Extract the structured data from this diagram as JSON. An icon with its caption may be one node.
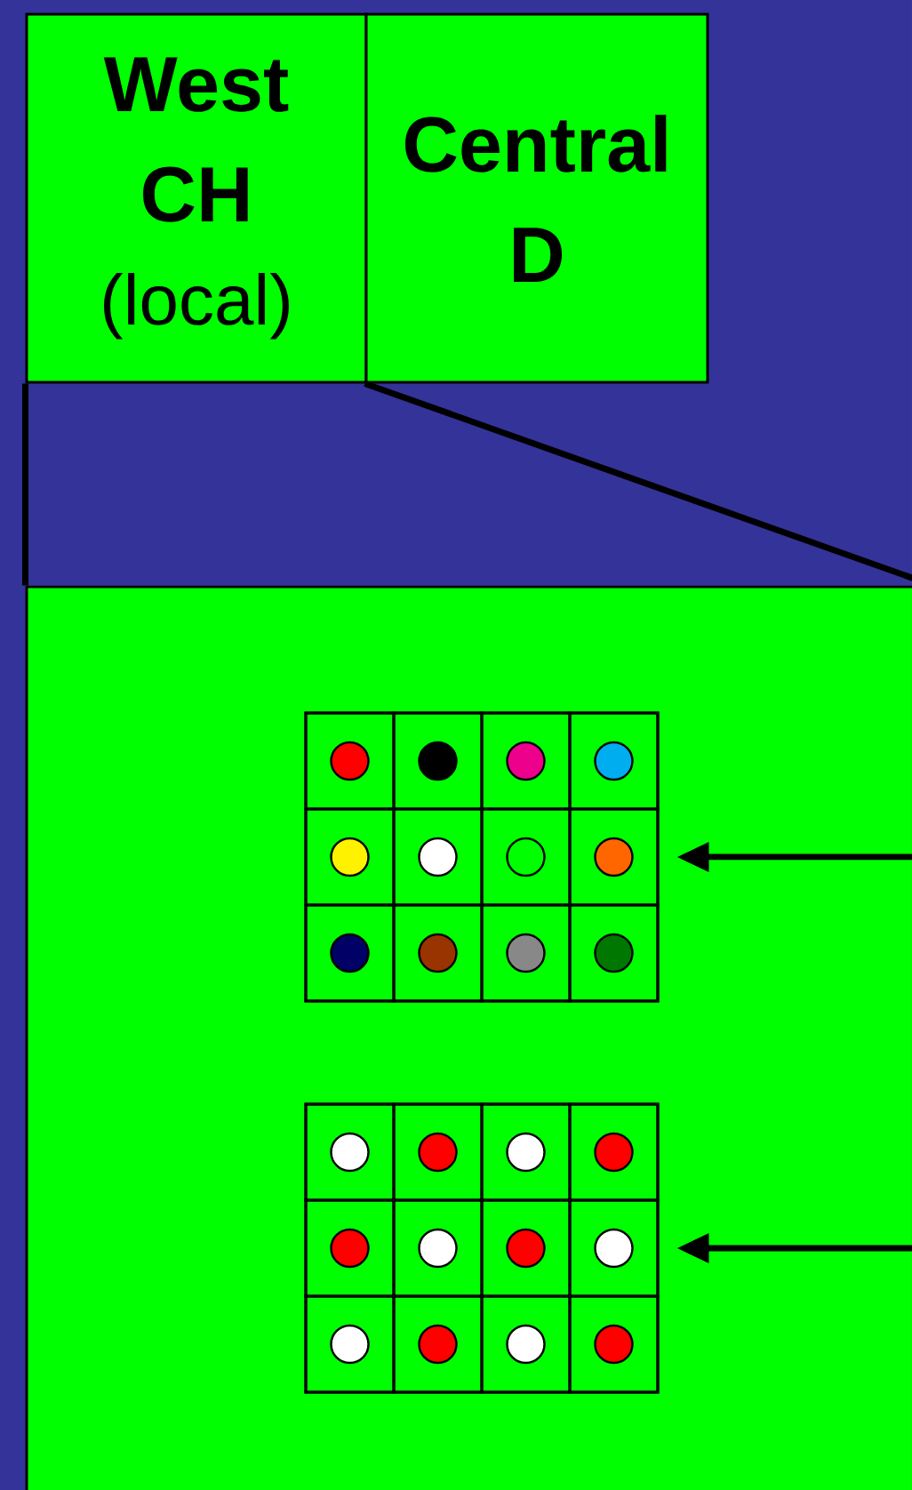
{
  "diagram": {
    "nodes": [
      {
        "text": [
          "West CH",
          "(local)"
        ]
      },
      {
        "text": [
          "Central D"
        ]
      },
      {
        "text": [],
        "shape": "box"
      },
      {
        "text": [],
        "shape": "box",
        "in": 2
      },
      {
        "text": [],
        "shape": "box",
        "in": 2
      }
    ],
    "edges": [
      {
        "from": 0,
        "to": 2,
        "arrow": "none"
      },
      {
        "from": 1,
        "to": 2,
        "arrow": "none"
      },
      {
        "from": null,
        "to": 3,
        "arrow": "to"
      },
      {
        "from": null,
        "to": 4,
        "arrow": "to"
      }
    ]
  }
}
